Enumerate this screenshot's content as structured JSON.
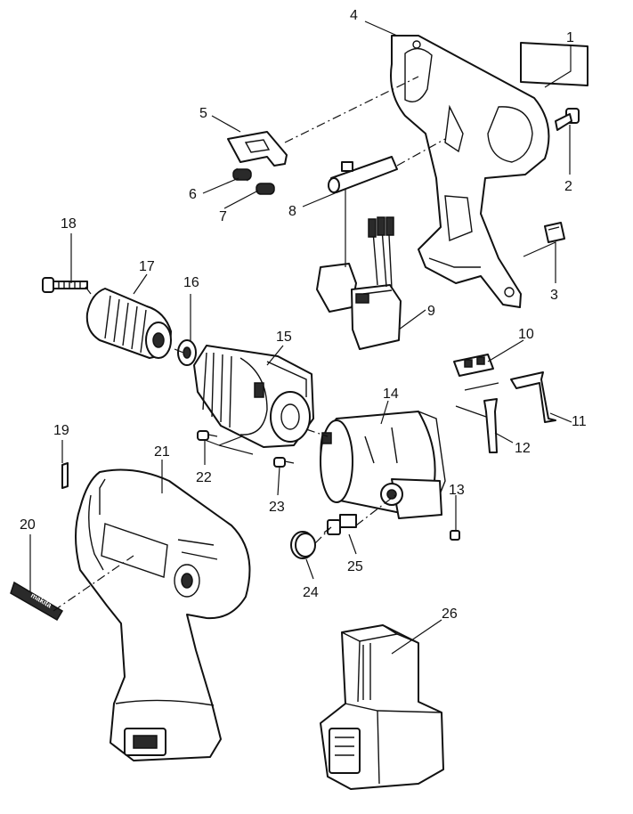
{
  "callouts": [
    {
      "id": "1",
      "label": "1"
    },
    {
      "id": "2",
      "label": "2"
    },
    {
      "id": "3",
      "label": "3"
    },
    {
      "id": "4",
      "label": "4"
    },
    {
      "id": "5",
      "label": "5"
    },
    {
      "id": "6",
      "label": "6"
    },
    {
      "id": "7",
      "label": "7"
    },
    {
      "id": "8",
      "label": "8"
    },
    {
      "id": "9",
      "label": "9"
    },
    {
      "id": "10",
      "label": "10"
    },
    {
      "id": "11",
      "label": "11"
    },
    {
      "id": "12",
      "label": "12"
    },
    {
      "id": "13",
      "label": "13"
    },
    {
      "id": "14",
      "label": "14"
    },
    {
      "id": "15",
      "label": "15"
    },
    {
      "id": "16",
      "label": "16"
    },
    {
      "id": "17",
      "label": "17"
    },
    {
      "id": "18",
      "label": "18"
    },
    {
      "id": "19",
      "label": "19"
    },
    {
      "id": "20",
      "label": "20"
    },
    {
      "id": "21",
      "label": "21"
    },
    {
      "id": "22",
      "label": "22"
    },
    {
      "id": "23",
      "label": "23"
    },
    {
      "id": "24",
      "label": "24"
    },
    {
      "id": "25",
      "label": "25"
    },
    {
      "id": "26",
      "label": "26"
    }
  ],
  "brand_logo_text": "makita"
}
